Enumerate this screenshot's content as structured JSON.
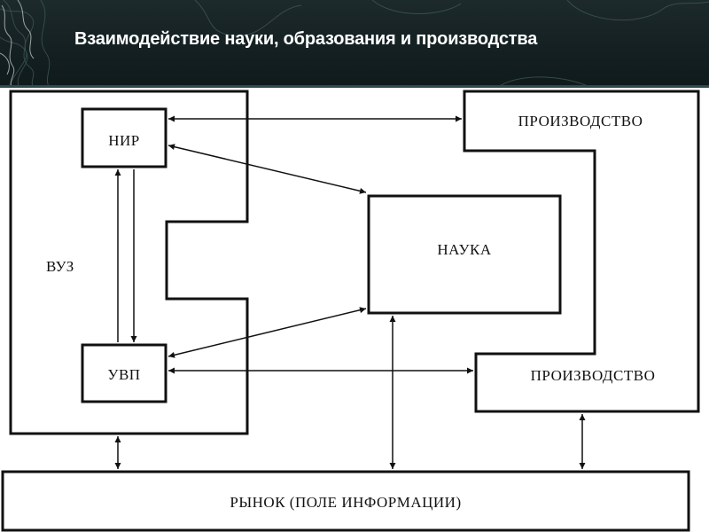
{
  "title": "Взаимодействие науки, образования и производства",
  "diagram": {
    "vuz": "ВУЗ",
    "nir": "НИР",
    "uvp": "УВП",
    "nauka": "НАУКА",
    "production_top": "ПРОИЗВОДСТВО",
    "production_bottom": "ПРОИЗВОДСТВО",
    "market": "РЫНОК (ПОЛЕ ИНФОРМАЦИИ)"
  },
  "colors": {
    "header_bg": "#142022",
    "title_text": "#ffffff",
    "line": "#111111"
  }
}
